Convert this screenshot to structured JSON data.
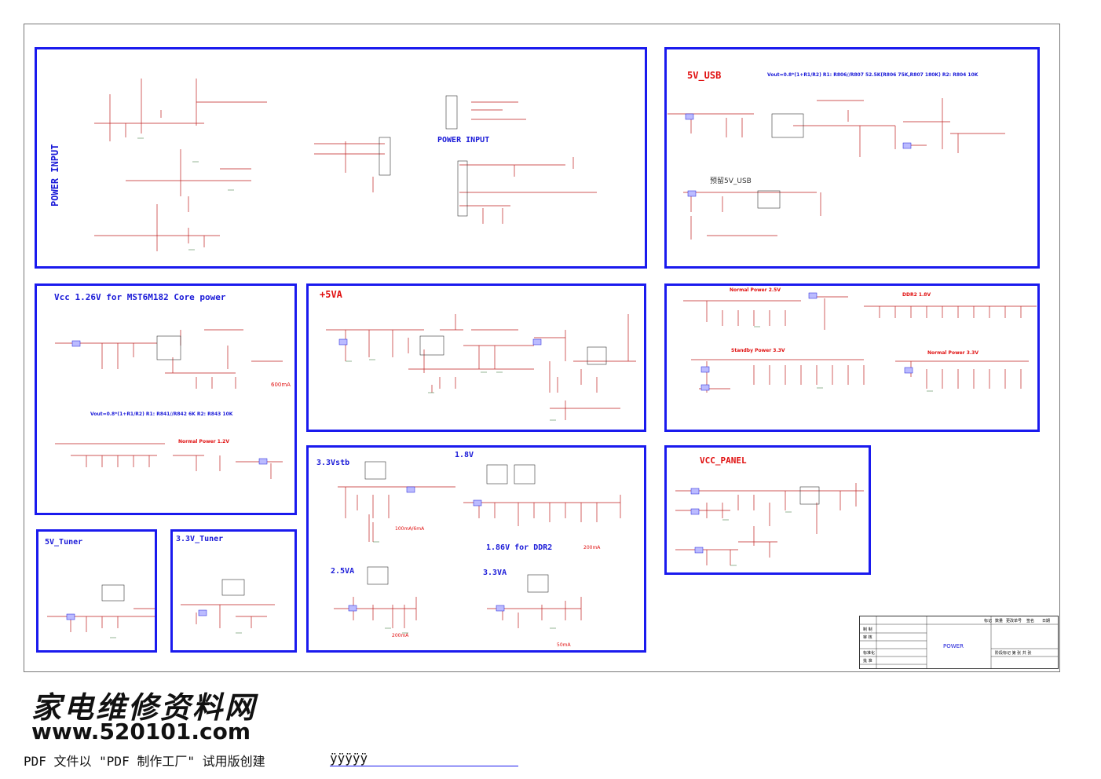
{
  "panels": {
    "power_input": {
      "title": "POWER INPUT",
      "title2": "POWER  INPUT"
    },
    "usb5v": {
      "title": "5V_USB",
      "formula": "Vout=0.8*(1+R1/R2)  R1: R806//R807 52.5K(R806 75K,R807 180K)  R2: R804 10K",
      "preset": "预留5V_USB"
    },
    "vcc126": {
      "title": "Vcc 1.26V for MST6M182 Core power",
      "formula": "Vout=0.8*(1+R1/R2)  R1: R841//R842 6K  R2: R843 10K",
      "current": "600mA",
      "sub": "Normal Power 1.2V"
    },
    "va5": {
      "title": "+5VA"
    },
    "rails": {
      "normal25": "Normal Power 2.5V",
      "ddr2": "DDR2 1.8V",
      "standby33": "Standby Power 3.3V",
      "normal33": "Normal Power 3.3V"
    },
    "tuner5v": {
      "title": "5V_Tuner"
    },
    "tuner33": {
      "title": "3.3V_Tuner"
    },
    "vstb33": {
      "title": "3.3Vstb",
      "current": "100mA/6mA"
    },
    "v18": {
      "title": "1.8V"
    },
    "v186": {
      "title": "1.86V for DDR2",
      "current": "200mA"
    },
    "va25": {
      "title": "2.5VA",
      "current": "200mA"
    },
    "va33": {
      "title": "3.3VA",
      "current": "50mA"
    },
    "vcc_panel": {
      "title": "VCC_PANEL"
    }
  },
  "title_block": {
    "name": "POWER",
    "labels": [
      "标记",
      "数量",
      "更改单号",
      "签名",
      "日期"
    ],
    "rows": [
      "制  制",
      "审  核",
      "",
      "标准化",
      "批  准"
    ],
    "sheet": "阶段标记    第  张  共  张"
  },
  "watermark": {
    "cn": "家电维修资料网",
    "url": "www.520101.com"
  },
  "pdf_note": "PDF 文件以 \"PDF 制作工厂\" 试用版创建",
  "pdf_mark": "ÿÿÿÿÿ"
}
